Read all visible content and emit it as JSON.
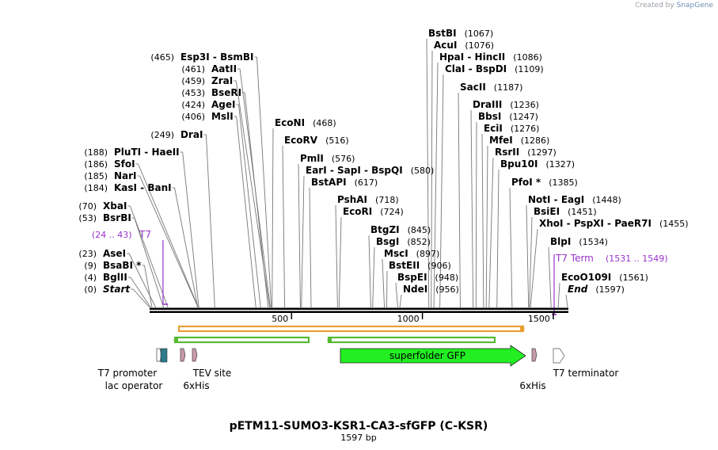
{
  "credit": {
    "prefix": "Created by",
    "brand": "SnapGene"
  },
  "map": {
    "title": "pETM11-SUMO3-KSR1-CA3-sfGFP (C-KSR)",
    "length_label": "1597 bp",
    "sequence_length": 1597,
    "ticks": [
      "500",
      "1000",
      "1500"
    ]
  },
  "sites": [
    {
      "name": "Start",
      "pos_label": "(0)",
      "position": 0,
      "style": "italic"
    },
    {
      "name": "BglII",
      "pos_label": "(4)",
      "position": 4
    },
    {
      "name": "BsaBI *",
      "pos_label": "(9)",
      "position": 9
    },
    {
      "name": "AseI",
      "pos_label": "(23)",
      "position": 23
    },
    {
      "name": "BsrBI",
      "pos_label": "(53)",
      "position": 53
    },
    {
      "name": "XbaI",
      "pos_label": "(70)",
      "position": 70
    },
    {
      "name": "KasI - BanI",
      "pos_label": "(184)",
      "position": 184
    },
    {
      "name": "NarI",
      "pos_label": "(185)",
      "position": 185
    },
    {
      "name": "SfoI",
      "pos_label": "(186)",
      "position": 186
    },
    {
      "name": "PluTI - HaeII",
      "pos_label": "(188)",
      "position": 188
    },
    {
      "name": "DraI",
      "pos_label": "(249)",
      "position": 249
    },
    {
      "name": "MslI",
      "pos_label": "(406)",
      "position": 406
    },
    {
      "name": "AgeI",
      "pos_label": "(424)",
      "position": 424
    },
    {
      "name": "BseRI",
      "pos_label": "(453)",
      "position": 453
    },
    {
      "name": "ZraI",
      "pos_label": "(459)",
      "position": 459
    },
    {
      "name": "AatII",
      "pos_label": "(461)",
      "position": 461
    },
    {
      "name": "Esp3I - BsmBI",
      "pos_label": "(465)",
      "position": 465
    },
    {
      "name": "EcoNI",
      "pos_label": "(468)",
      "position": 468
    },
    {
      "name": "EcoRV",
      "pos_label": "(516)",
      "position": 516
    },
    {
      "name": "PmlI",
      "pos_label": "(576)",
      "position": 576
    },
    {
      "name": "EarI - SapI - BspQI",
      "pos_label": "(580)",
      "position": 580
    },
    {
      "name": "BstAPI",
      "pos_label": "(617)",
      "position": 617
    },
    {
      "name": "PshAI",
      "pos_label": "(718)",
      "position": 718
    },
    {
      "name": "EcoRI",
      "pos_label": "(724)",
      "position": 724
    },
    {
      "name": "BtgZI",
      "pos_label": "(845)",
      "position": 845
    },
    {
      "name": "BsgI",
      "pos_label": "(852)",
      "position": 852
    },
    {
      "name": "MscI",
      "pos_label": "(897)",
      "position": 897
    },
    {
      "name": "BstEII",
      "pos_label": "(906)",
      "position": 906
    },
    {
      "name": "BspEI",
      "pos_label": "(948)",
      "position": 948
    },
    {
      "name": "NdeI",
      "pos_label": "(956)",
      "position": 956
    },
    {
      "name": "BstBI",
      "pos_label": "(1067)",
      "position": 1067
    },
    {
      "name": "AcuI",
      "pos_label": "(1076)",
      "position": 1076
    },
    {
      "name": "HpaI - HincII",
      "pos_label": "(1086)",
      "position": 1086
    },
    {
      "name": "ClaI - BspDI",
      "pos_label": "(1109)",
      "position": 1109
    },
    {
      "name": "SacII",
      "pos_label": "(1187)",
      "position": 1187
    },
    {
      "name": "DraIII",
      "pos_label": "(1236)",
      "position": 1236
    },
    {
      "name": "BbsI",
      "pos_label": "(1247)",
      "position": 1247
    },
    {
      "name": "EciI",
      "pos_label": "(1276)",
      "position": 1276
    },
    {
      "name": "MfeI",
      "pos_label": "(1286)",
      "position": 1286
    },
    {
      "name": "RsrII",
      "pos_label": "(1297)",
      "position": 1297
    },
    {
      "name": "Bpu10I",
      "pos_label": "(1327)",
      "position": 1327
    },
    {
      "name": "PfoI *",
      "pos_label": "(1385)",
      "position": 1385
    },
    {
      "name": "NotI - EagI",
      "pos_label": "(1448)",
      "position": 1448
    },
    {
      "name": "BsiEI",
      "pos_label": "(1451)",
      "position": 1451
    },
    {
      "name": "XhoI - PspXI - PaeR7I",
      "pos_label": "(1455)",
      "position": 1455
    },
    {
      "name": "BlpI",
      "pos_label": "(1534)",
      "position": 1534
    },
    {
      "name": "EcoO109I",
      "pos_label": "(1561)",
      "position": 1561
    },
    {
      "name": "End",
      "pos_label": "(1597)",
      "position": 1597,
      "style": "italic"
    }
  ],
  "primers": [
    {
      "name": "T7",
      "range_label": "(24 .. 43)",
      "start": 24,
      "end": 43,
      "color": "#9933cc"
    },
    {
      "name": "T7 Term",
      "range_label": "(1531 .. 1549)",
      "start": 1531,
      "end": 1549,
      "color": "#9933cc"
    }
  ],
  "features": [
    {
      "label": "T7 promoter",
      "type": "promoter"
    },
    {
      "label": "lac operator",
      "type": "operator",
      "color": "#2a7a8c"
    },
    {
      "label": "6xHis",
      "type": "tag",
      "color": "#c89aa8"
    },
    {
      "label": "TEV site",
      "type": "site",
      "color": "#c89aa8"
    },
    {
      "label": "superfolder GFP",
      "type": "cds",
      "color": "#22ee22"
    },
    {
      "label": "6xHis",
      "type": "tag",
      "color": "#c89aa8"
    },
    {
      "label": "T7 terminator",
      "type": "terminator"
    }
  ],
  "orfs": [
    {
      "direction": "forward",
      "color": "#e8a030"
    },
    {
      "direction": "reverse",
      "color": "#55bb33"
    },
    {
      "direction": "reverse",
      "color": "#55bb33"
    }
  ]
}
